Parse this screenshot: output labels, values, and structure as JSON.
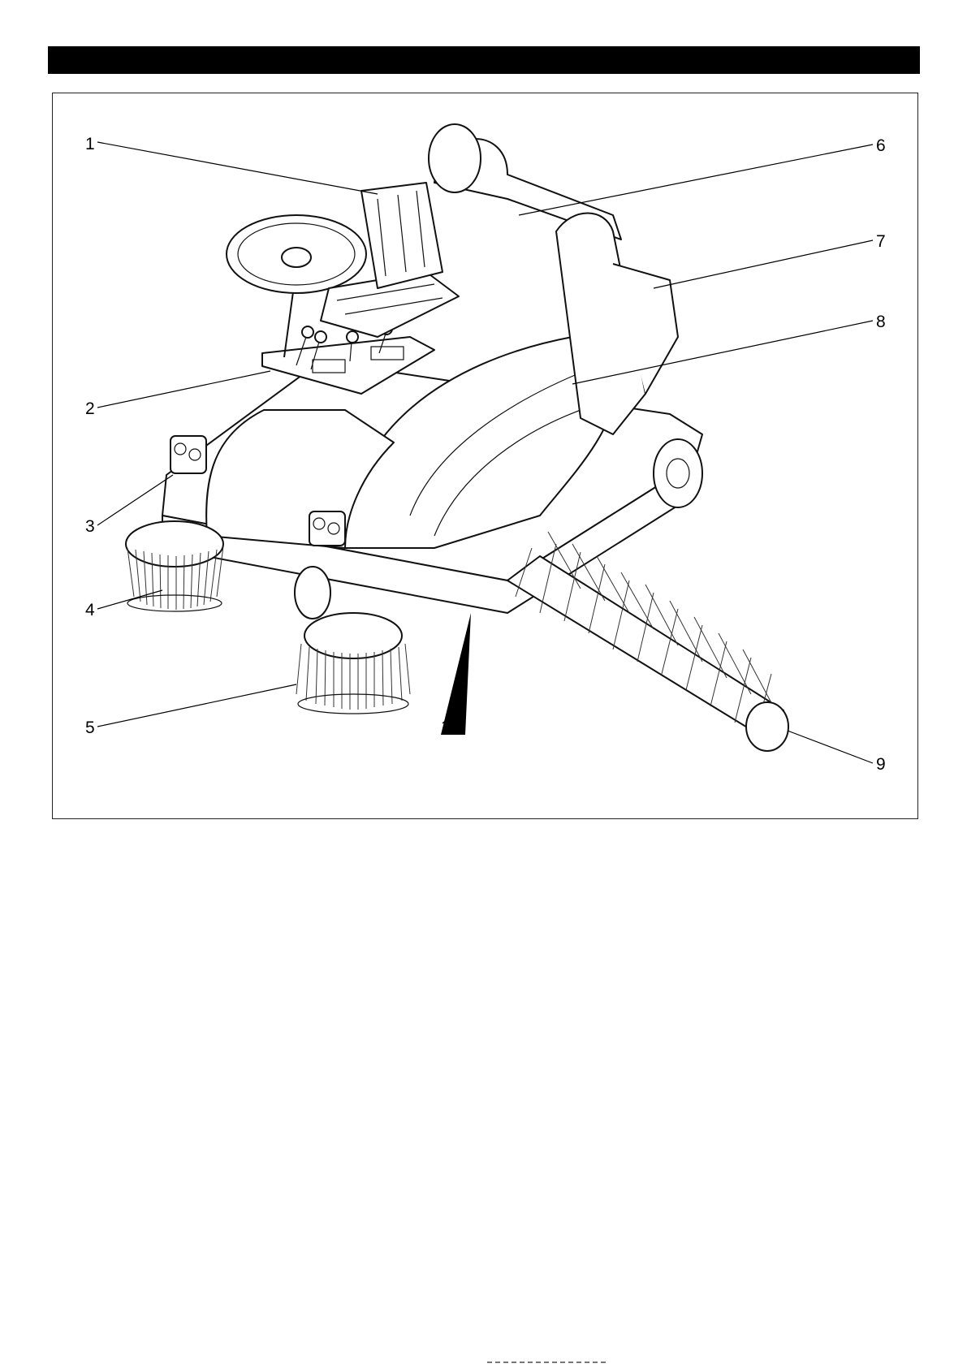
{
  "header_bar": {
    "color": "#000000"
  },
  "figure": {
    "callouts": [
      "1",
      "2",
      "3",
      "4",
      "5",
      "6",
      "7",
      "8",
      "9",
      "10"
    ],
    "subject": "ride-on sweeper with detached roller brush"
  }
}
